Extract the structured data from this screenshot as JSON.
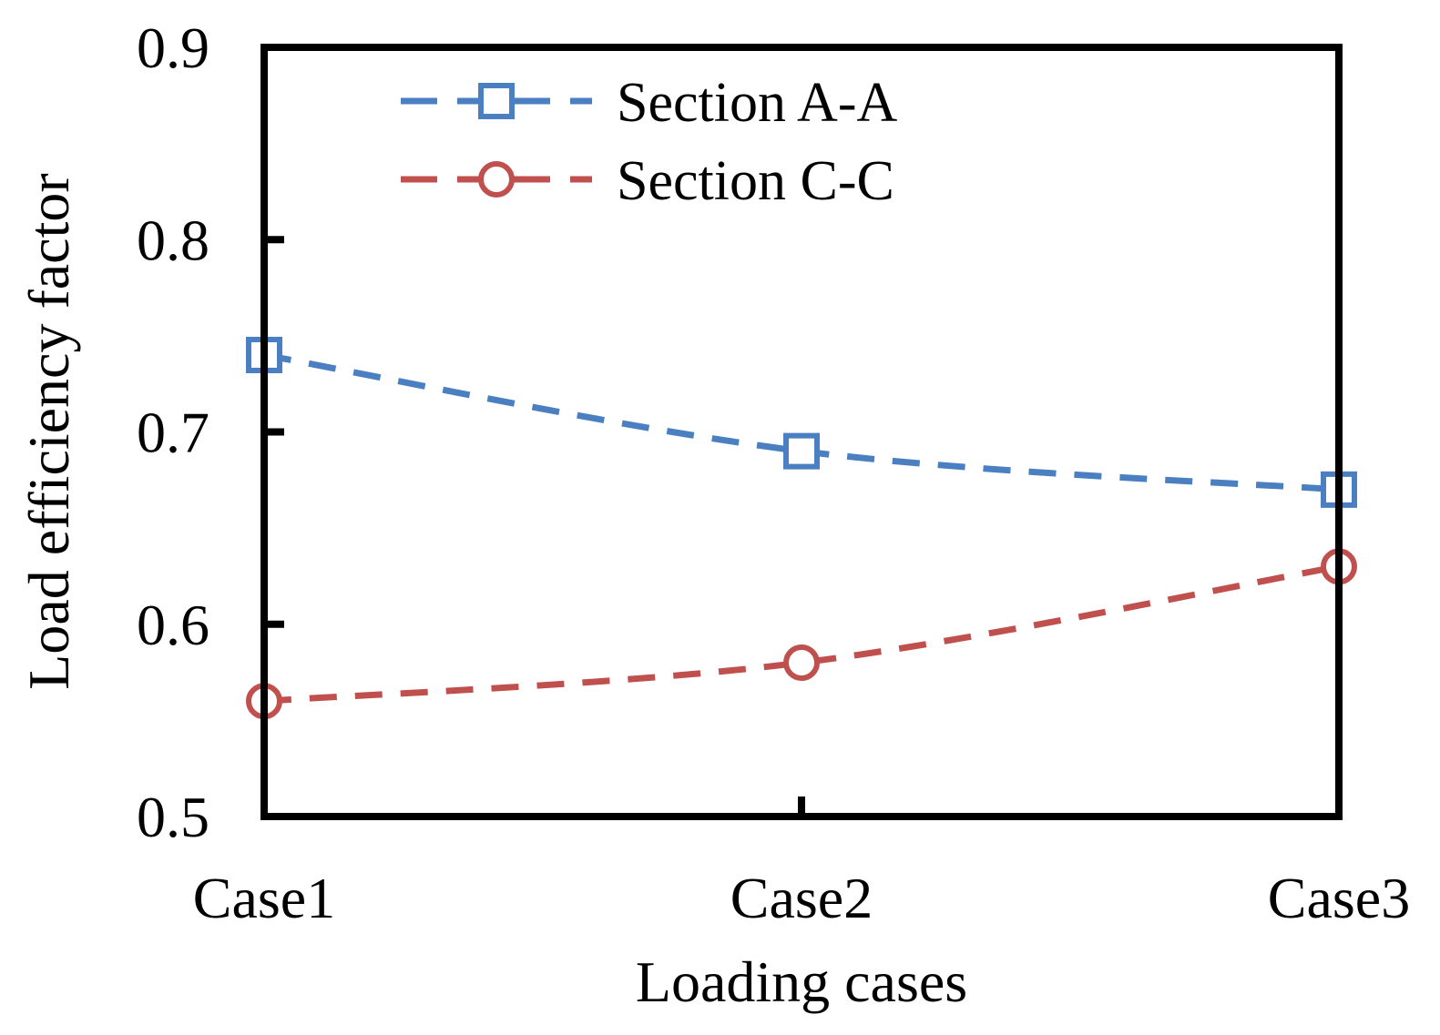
{
  "chart_data": {
    "type": "line",
    "title": "",
    "xlabel": "Loading cases",
    "ylabel": "Load efficiency factor",
    "categories": [
      "Case1",
      "Case2",
      "Case3"
    ],
    "ylim": [
      0.5,
      0.9
    ],
    "yticks": [
      "0.5",
      "0.6",
      "0.7",
      "0.8",
      "0.9"
    ],
    "grid": false,
    "legend_position": "top-center",
    "series": [
      {
        "name": "Section A-A",
        "values": [
          0.74,
          0.69,
          0.67
        ],
        "color": "#4a7fc1",
        "marker": "square",
        "line_style": "dashed"
      },
      {
        "name": "Section C-C",
        "values": [
          0.56,
          0.58,
          0.63
        ],
        "color": "#c0504d",
        "marker": "circle",
        "line_style": "dashed"
      }
    ]
  }
}
